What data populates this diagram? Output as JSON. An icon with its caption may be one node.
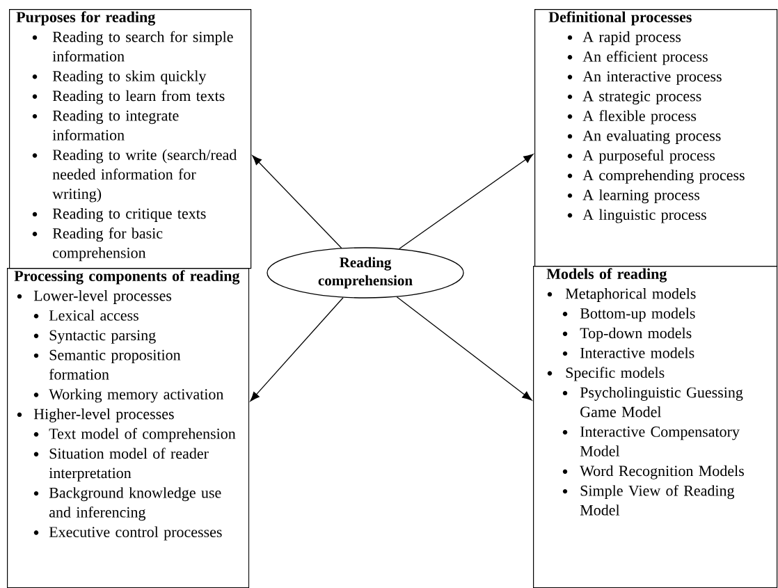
{
  "diagram": {
    "nodes": [
      {
        "text": [
          "Purposes for reading",
          "Reading to search for simple information",
          "Reading to skim quickly",
          "Reading to learn from texts",
          "Reading to integrate information",
          "Reading to write (search/read needed information for writing)",
          "Reading to critique texts",
          "Reading for basic comprehension"
        ]
      },
      {
        "text": [
          "Definitional processes",
          "A rapid process",
          "An efficient process",
          "An interactive process",
          "A strategic process",
          "A flexible process",
          "An evaluating process",
          "A purposeful process",
          "A comprehending process",
          "A learning process",
          "A linguistic process"
        ]
      },
      {
        "text": [
          "Reading comprehension"
        ]
      },
      {
        "text": [
          "Processing components of reading",
          "Lower-level processes",
          "Lexical access",
          "Syntactic parsing",
          "Semantic proposition formation",
          "Working memory activation",
          "Higher-level processes",
          "Text model of comprehension",
          "Situation model of reader interpretation",
          "Background knowledge use and inferencing",
          "Executive control processes"
        ]
      },
      {
        "text": [
          "Models of reading",
          "Metaphorical models",
          "Bottom-up models",
          "Top-down models",
          "Interactive models",
          "Specific models",
          "Psycholinguistic Guessing Game Model",
          "Interactive Compensatory Model",
          "Word Recognition Models",
          "Simple View of Reading Model"
        ]
      }
    ],
    "edges": [
      {
        "from": 2,
        "to": 0,
        "arrow": "to"
      },
      {
        "from": 2,
        "to": 1,
        "arrow": "to"
      },
      {
        "from": 2,
        "to": 3,
        "arrow": "to"
      },
      {
        "from": 2,
        "to": 4,
        "arrow": "to"
      }
    ]
  }
}
